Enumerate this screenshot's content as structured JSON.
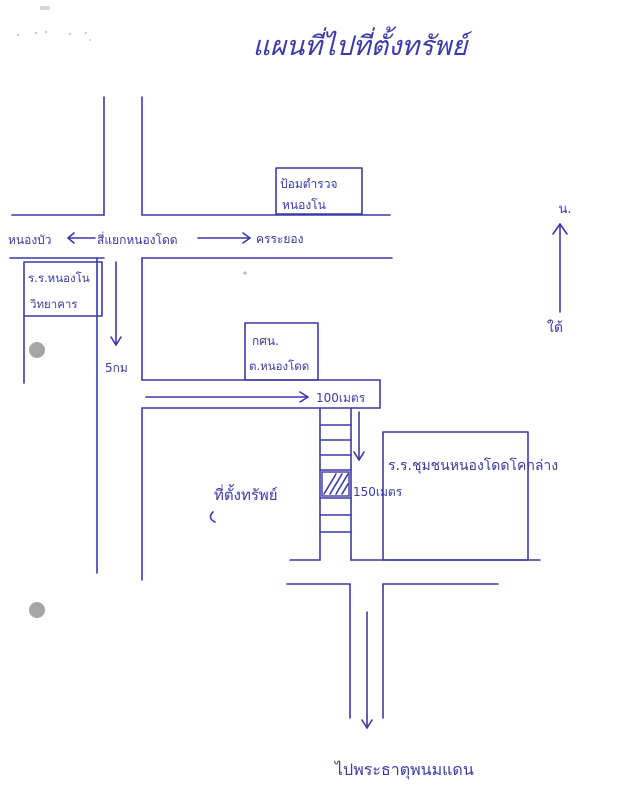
{
  "map": {
    "title": "แผนที่ไปที่ตั้งทรัพย์",
    "north_label": "น.",
    "south_label": "ใต้",
    "west_label": "หนองบัว",
    "road_label": "สี่แยกหนองโดด",
    "east_label": "ครระยอง",
    "bank_line1": "ป้อมตำรวจ",
    "bank_line2": "หนองโน",
    "school_left_line1": "ร.ร.หนองโน",
    "school_left_line2": "วิทยาคาร",
    "office_line1": "กศน.",
    "office_line2": "ต.หนองโดด",
    "distance_5km": "5กม",
    "distance_100m": "100เมตร",
    "distance_150m": "150เมตร",
    "property_label": "ที่ตั้งทรัพย์",
    "school_right_label": "ร.ร.ชุมชนหนองโดดโคกล่าง",
    "bottom_label": "ไปพระธาตุพนมแดน"
  }
}
